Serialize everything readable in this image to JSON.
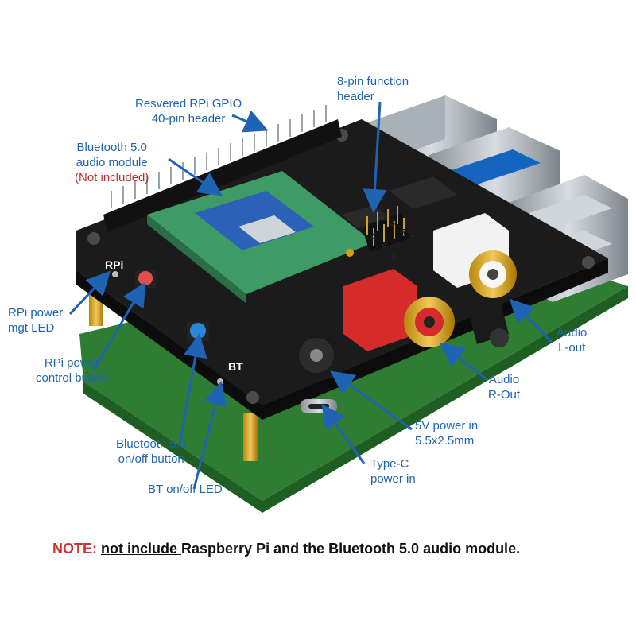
{
  "labels": {
    "gpio": [
      "Resvered RPi GPIO",
      "40-pin header"
    ],
    "func_header": [
      "8-pin function",
      "header"
    ],
    "bt_module": [
      "Bluetooth 5.0",
      "audio module"
    ],
    "bt_module_note": "(Not included)",
    "rpi_power_led": [
      "RPi power",
      "mgt LED"
    ],
    "rpi_power_button": [
      "RPi power",
      "control button"
    ],
    "audio_l": [
      "Audio",
      "L-out"
    ],
    "audio_r": [
      "Audio",
      "R-Out"
    ],
    "power_5v": [
      "5V power in",
      "5.5x2.5mm"
    ],
    "bt_switch": [
      "Bluetooth 5.0",
      "on/off button"
    ],
    "bt_led": "BT on/off LED",
    "typec": [
      "Type-C",
      "power in"
    ]
  },
  "pins": [
    "1",
    "2",
    "3",
    "4",
    "5",
    "6",
    "7",
    "8"
  ],
  "silkscreen": {
    "rpi": "RPi",
    "bt": "BT"
  },
  "note": {
    "key": "NOTE:",
    "underlined": "not include ",
    "rest": "Raspberry Pi and the Bluetooth 5.0 audio module."
  },
  "colors": {
    "label_blue": "#1e63b4",
    "note_red": "#d32f2f",
    "pcb_black": "#1b1b1b",
    "rpi_green": "#2e7d32",
    "bt_module_green": "#3f9b66",
    "rca_red": "#d62b2b",
    "rca_white": "#f2f2f2",
    "gold": "#d4a017"
  }
}
